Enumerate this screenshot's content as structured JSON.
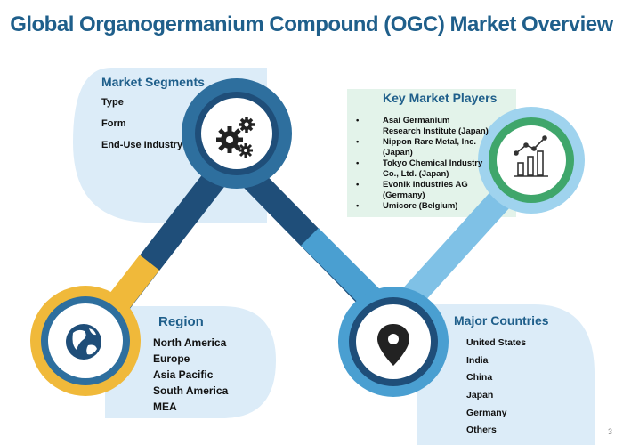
{
  "title": "Global Organogermanium Compound (OGC) Market Overview",
  "market_segments": {
    "title": "Market Segments",
    "items": [
      "Type",
      "Form",
      "End-Use Industry"
    ]
  },
  "key_market_players": {
    "title": "Key Market Players",
    "items": [
      "Asai Germanium Research Institute (Japan)",
      "Nippon Rare Metal, Inc. (Japan)",
      "Tokyo Chemical Industry Co., Ltd. (Japan)",
      "Evonik Industries AG (Germany)",
      "Umicore (Belgium)"
    ]
  },
  "region": {
    "title": "Region",
    "items": [
      "North America",
      "Europe",
      "Asia Pacific",
      "South America",
      "MEA"
    ]
  },
  "major_countries": {
    "title": "Major Countries",
    "items": [
      "United States",
      "India",
      "China",
      "Japan",
      "Germany",
      "Others"
    ]
  },
  "page_number": "3",
  "icons": {
    "segments": "gears-icon",
    "players": "bar-chart-icon",
    "region": "globe-icon",
    "countries": "map-pin-icon"
  },
  "colors": {
    "title": "#1f5f8b",
    "dark_blue": "#1f4e79",
    "mid_blue": "#2e6f9e",
    "light_blue": "#7fc1e6",
    "green": "#3fa66b",
    "yellow": "#f0b93a",
    "panel_blue": "#dcecf8",
    "panel_green": "#e3f3ea"
  }
}
